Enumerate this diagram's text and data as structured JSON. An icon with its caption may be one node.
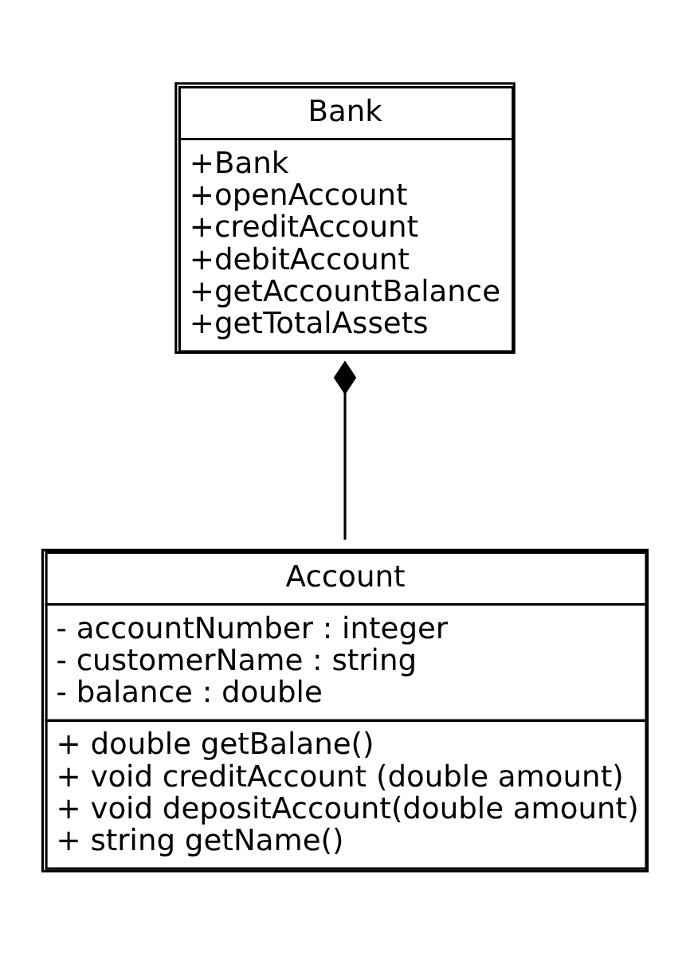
{
  "diagram": {
    "nodes": [
      {
        "text": [
          "Bank",
          "+Bank",
          "+openAccount",
          "+creditAccount",
          "+debitAccount",
          "+getAccountBalance",
          "+getTotalAssets"
        ]
      },
      {
        "text": [
          "Account",
          "- accountNumber : integer",
          "- customerName : string",
          "- balance : double",
          "+ double getBalane()",
          "+ void creditAccount (double amount)",
          "+ void depositAccount(double amount)",
          "+ string getName()"
        ]
      }
    ],
    "edges": [
      {
        "from": 0,
        "to": 1,
        "arrow": "other"
      }
    ]
  }
}
